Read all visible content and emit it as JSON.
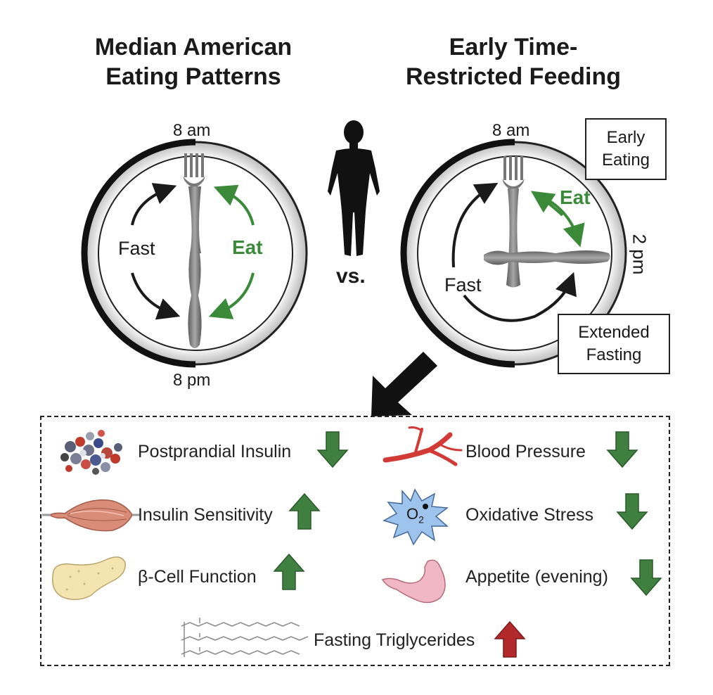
{
  "left_panel": {
    "title_line1": "Median American",
    "title_line2": "Eating Patterns",
    "top_time": "8 am",
    "bottom_time": "8 pm",
    "fast_label": "Fast",
    "eat_label": "Eat"
  },
  "right_panel": {
    "title_line1": "Early Time-",
    "title_line2": "Restricted Feeding",
    "top_time": "8 am",
    "side_time": "2 pm",
    "fast_label": "Fast",
    "eat_label": "Eat",
    "early_box_line1": "Early",
    "early_box_line2": "Eating",
    "extended_box_line1": "Extended",
    "extended_box_line2": "Fasting"
  },
  "vs_label": "vs.",
  "effects": [
    {
      "label": "Postprandial Insulin",
      "direction": "down",
      "icon": "insulin-molecule-icon"
    },
    {
      "label": "Insulin Sensitivity",
      "direction": "up",
      "icon": "muscle-icon"
    },
    {
      "label": "β-Cell Function",
      "direction": "up",
      "icon": "pancreas-icon"
    },
    {
      "label": "Blood Pressure",
      "direction": "down",
      "icon": "blood-vessel-icon"
    },
    {
      "label": "Oxidative Stress",
      "direction": "down",
      "icon": "oxygen-radical-icon"
    },
    {
      "label": "Appetite (evening)",
      "direction": "down",
      "icon": "stomach-icon"
    },
    {
      "label": "Fasting Triglycerides",
      "direction": "up",
      "icon": "triglyceride-molecule-icon"
    }
  ],
  "oxygen_symbol": "O",
  "oxygen_subscript": "2",
  "colors": {
    "eat_green": "#3a8a3a",
    "arrow_green": "#3f7f3f",
    "arrow_red": "#b3282b",
    "text_dark": "#1a1a1a"
  }
}
